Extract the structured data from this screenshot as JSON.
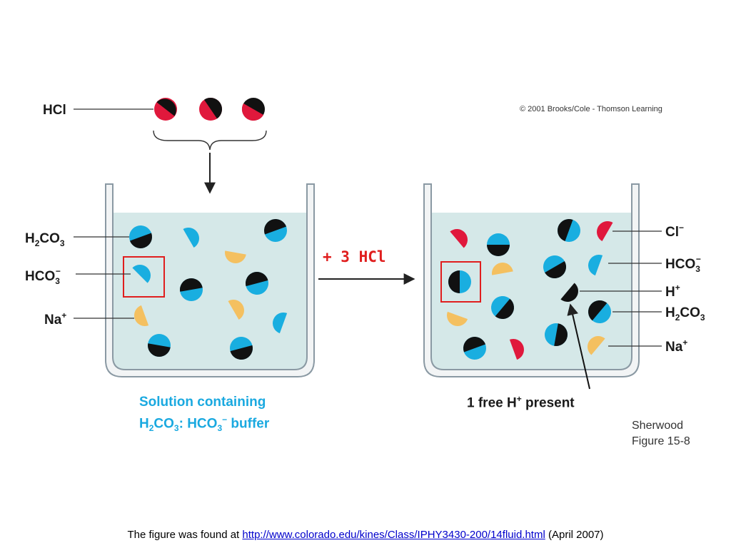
{
  "colors": {
    "acid_red": "#e0183c",
    "base_blue": "#19aee0",
    "hydrogen_black": "#111111",
    "sodium_yellow": "#f4c060",
    "solution_fill": "#d5e8e8",
    "beaker_stroke": "#8a99a3",
    "highlight_box": "#e01e1e",
    "caption_blue": "#1aa9e0"
  },
  "top": {
    "hcl_label": "HCl",
    "copyright": "© 2001 Brooks/Cole - Thomson Learning"
  },
  "arrow_label": "+ 3 HCl",
  "left_beaker": {
    "label_h2co3_main": "H",
    "label_h2co3_sub1": "2",
    "label_h2co3_mid": "CO",
    "label_h2co3_sub2": "3",
    "label_hco3_main": "HCO",
    "label_hco3_sub": "3",
    "label_hco3_sup": "−",
    "label_na_main": "Na",
    "label_na_sup": "+",
    "caption_line1": "Solution containing",
    "caption_line2_a": "H",
    "caption_line2_sub1": "2",
    "caption_line2_b": "CO",
    "caption_line2_sub2": "3",
    "caption_line2_c": ": HCO",
    "caption_line2_sub3": "3",
    "caption_line2_sup": "−",
    "caption_line2_d": " buffer"
  },
  "right_beaker": {
    "label_cl_main": "Cl",
    "label_cl_sup": "−",
    "label_hco3_main": "HCO",
    "label_hco3_sub": "3",
    "label_hco3_sup": "−",
    "label_h_main": "H",
    "label_h_sup": "+",
    "label_h2co3_main": "H",
    "label_h2co3_sub1": "2",
    "label_h2co3_mid": "CO",
    "label_h2co3_sub2": "3",
    "label_na_main": "Na",
    "label_na_sup": "+",
    "caption_a": "1 free H",
    "caption_sup": "+",
    "caption_b": " present"
  },
  "source": {
    "line1": "Sherwood",
    "line2": "Figure 15-8"
  },
  "footer": {
    "prefix": "The figure was found at ",
    "link": "http://www.colorado.edu/kines/Class/IPHY3430-200/14fluid.html",
    "suffix": " (April 2007)"
  }
}
